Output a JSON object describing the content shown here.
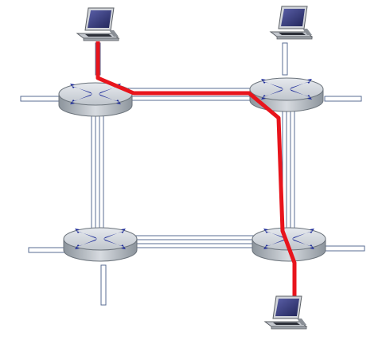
{
  "diagram": {
    "type": "network-topology",
    "routers": [
      {
        "id": "router-top-left",
        "icon": "router-icon"
      },
      {
        "id": "router-top-right",
        "icon": "router-icon"
      },
      {
        "id": "router-bottom-left",
        "icon": "router-icon"
      },
      {
        "id": "router-bottom-right",
        "icon": "router-icon"
      }
    ],
    "hosts": [
      {
        "id": "host-top-left",
        "icon": "computer-icon"
      },
      {
        "id": "host-top-right",
        "icon": "computer-icon"
      },
      {
        "id": "host-bottom-right",
        "icon": "computer-icon"
      }
    ],
    "highlighted_path": [
      "host-top-left",
      "router-top-left",
      "router-top-right",
      "router-bottom-right",
      "host-bottom-right"
    ],
    "colors": {
      "path": "#e8141c",
      "router_top": "#c9ced4",
      "router_side": "#9aa2aa",
      "router_arrows": "#1f2d9a",
      "link": "#5a6c93",
      "screen": "#3a3f78",
      "computer_body": "#b8bcc4"
    }
  }
}
